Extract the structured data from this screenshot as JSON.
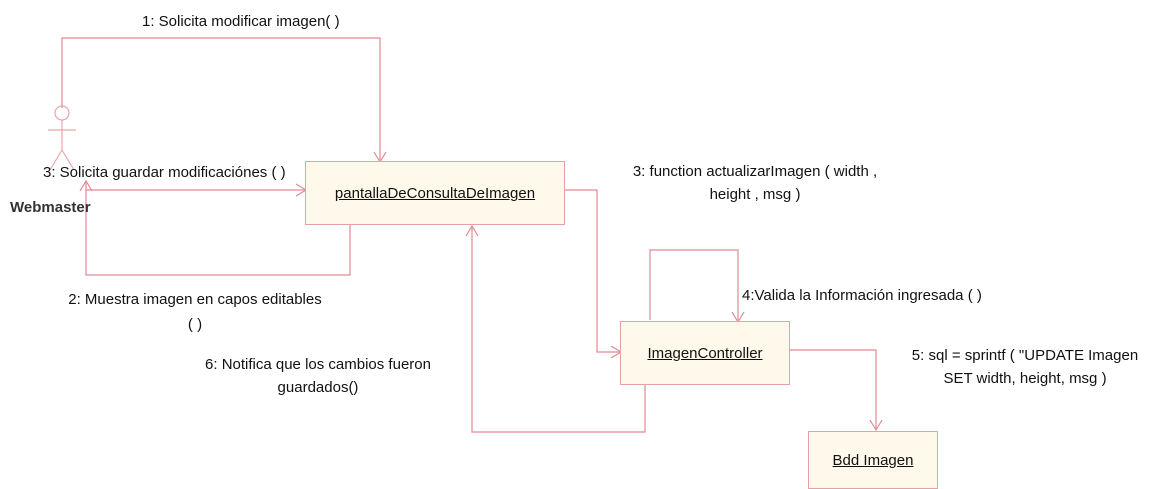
{
  "actor": {
    "name": "Webmaster"
  },
  "objects": {
    "pantalla": "pantallaDeConsultaDeImagen",
    "controller": "ImagenController",
    "bdd": "Bdd Imagen"
  },
  "messages": {
    "m1": "1: Solicita modificar imagen( )",
    "m2_line1": "2: Muestra imagen en capos editables",
    "m2_line2": "( )",
    "m3a": "3: Solicita guardar modificaciónes ( )",
    "m3b_line1": "3: function actualizarImagen ( width ,",
    "m3b_line2": "height , msg )",
    "m4": "4:Valida la Información ingresada ( )",
    "m5_line1": "5: sql = sprintf ( \"UPDATE Imagen",
    "m5_line2": "SET width, height, msg )",
    "m6_line1": "6: Notifica que los cambios fueron",
    "m6_line2": "guardados()"
  },
  "colors": {
    "line": "#e08a92",
    "box_fill": "#fff9ec",
    "box_border": "#e5a2a6"
  }
}
